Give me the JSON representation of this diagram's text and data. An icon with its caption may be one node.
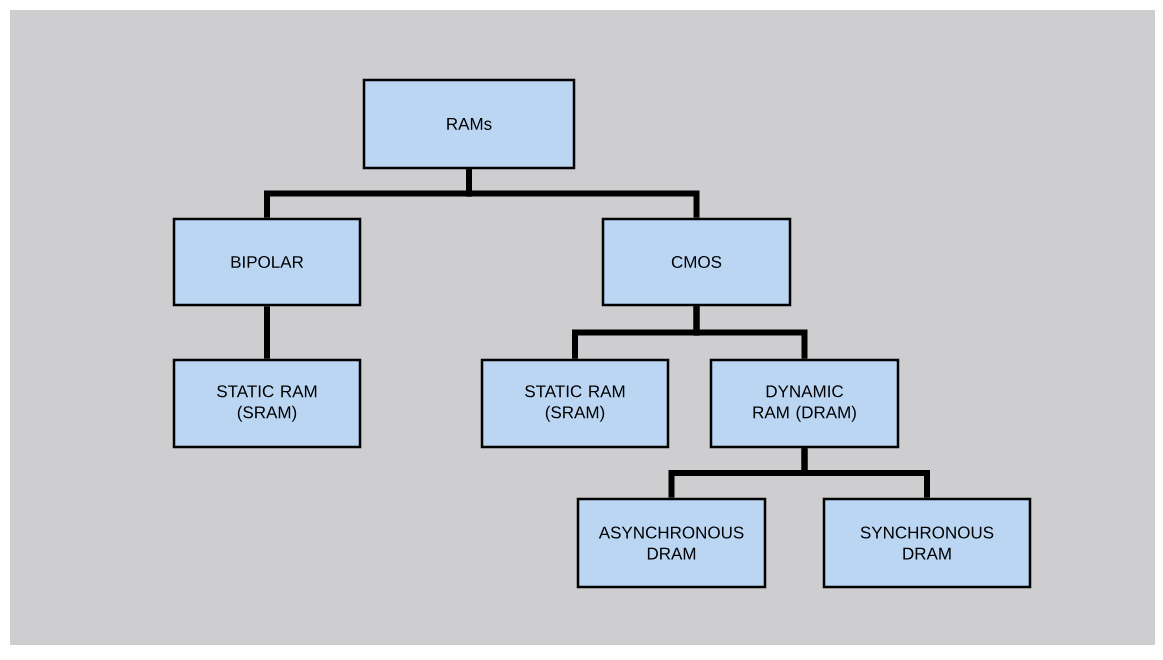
{
  "diagram": {
    "nodes": [
      {
        "text": [
          "RAMs"
        ]
      },
      {
        "text": [
          "BIPOLAR"
        ]
      },
      {
        "text": [
          "CMOS"
        ]
      },
      {
        "text": [
          "STATIC RAM (SRAM)"
        ]
      },
      {
        "text": [
          "STATIC RAM (SRAM)"
        ]
      },
      {
        "text": [
          "DYNAMIC RAM (DRAM)"
        ]
      },
      {
        "text": [
          "ASYNCHRONOUS DRAM"
        ]
      },
      {
        "text": [
          "SYNCHRONOUS DRAM"
        ]
      }
    ],
    "edges": [
      {
        "from": 0,
        "to": 1,
        "arrow": "none"
      },
      {
        "from": 0,
        "to": 2,
        "arrow": "none"
      },
      {
        "from": 1,
        "to": 3,
        "arrow": "none"
      },
      {
        "from": 2,
        "to": 4,
        "arrow": "none"
      },
      {
        "from": 2,
        "to": 5,
        "arrow": "none"
      },
      {
        "from": 5,
        "to": 6,
        "arrow": "none"
      },
      {
        "from": 5,
        "to": 7,
        "arrow": "none"
      }
    ]
  }
}
